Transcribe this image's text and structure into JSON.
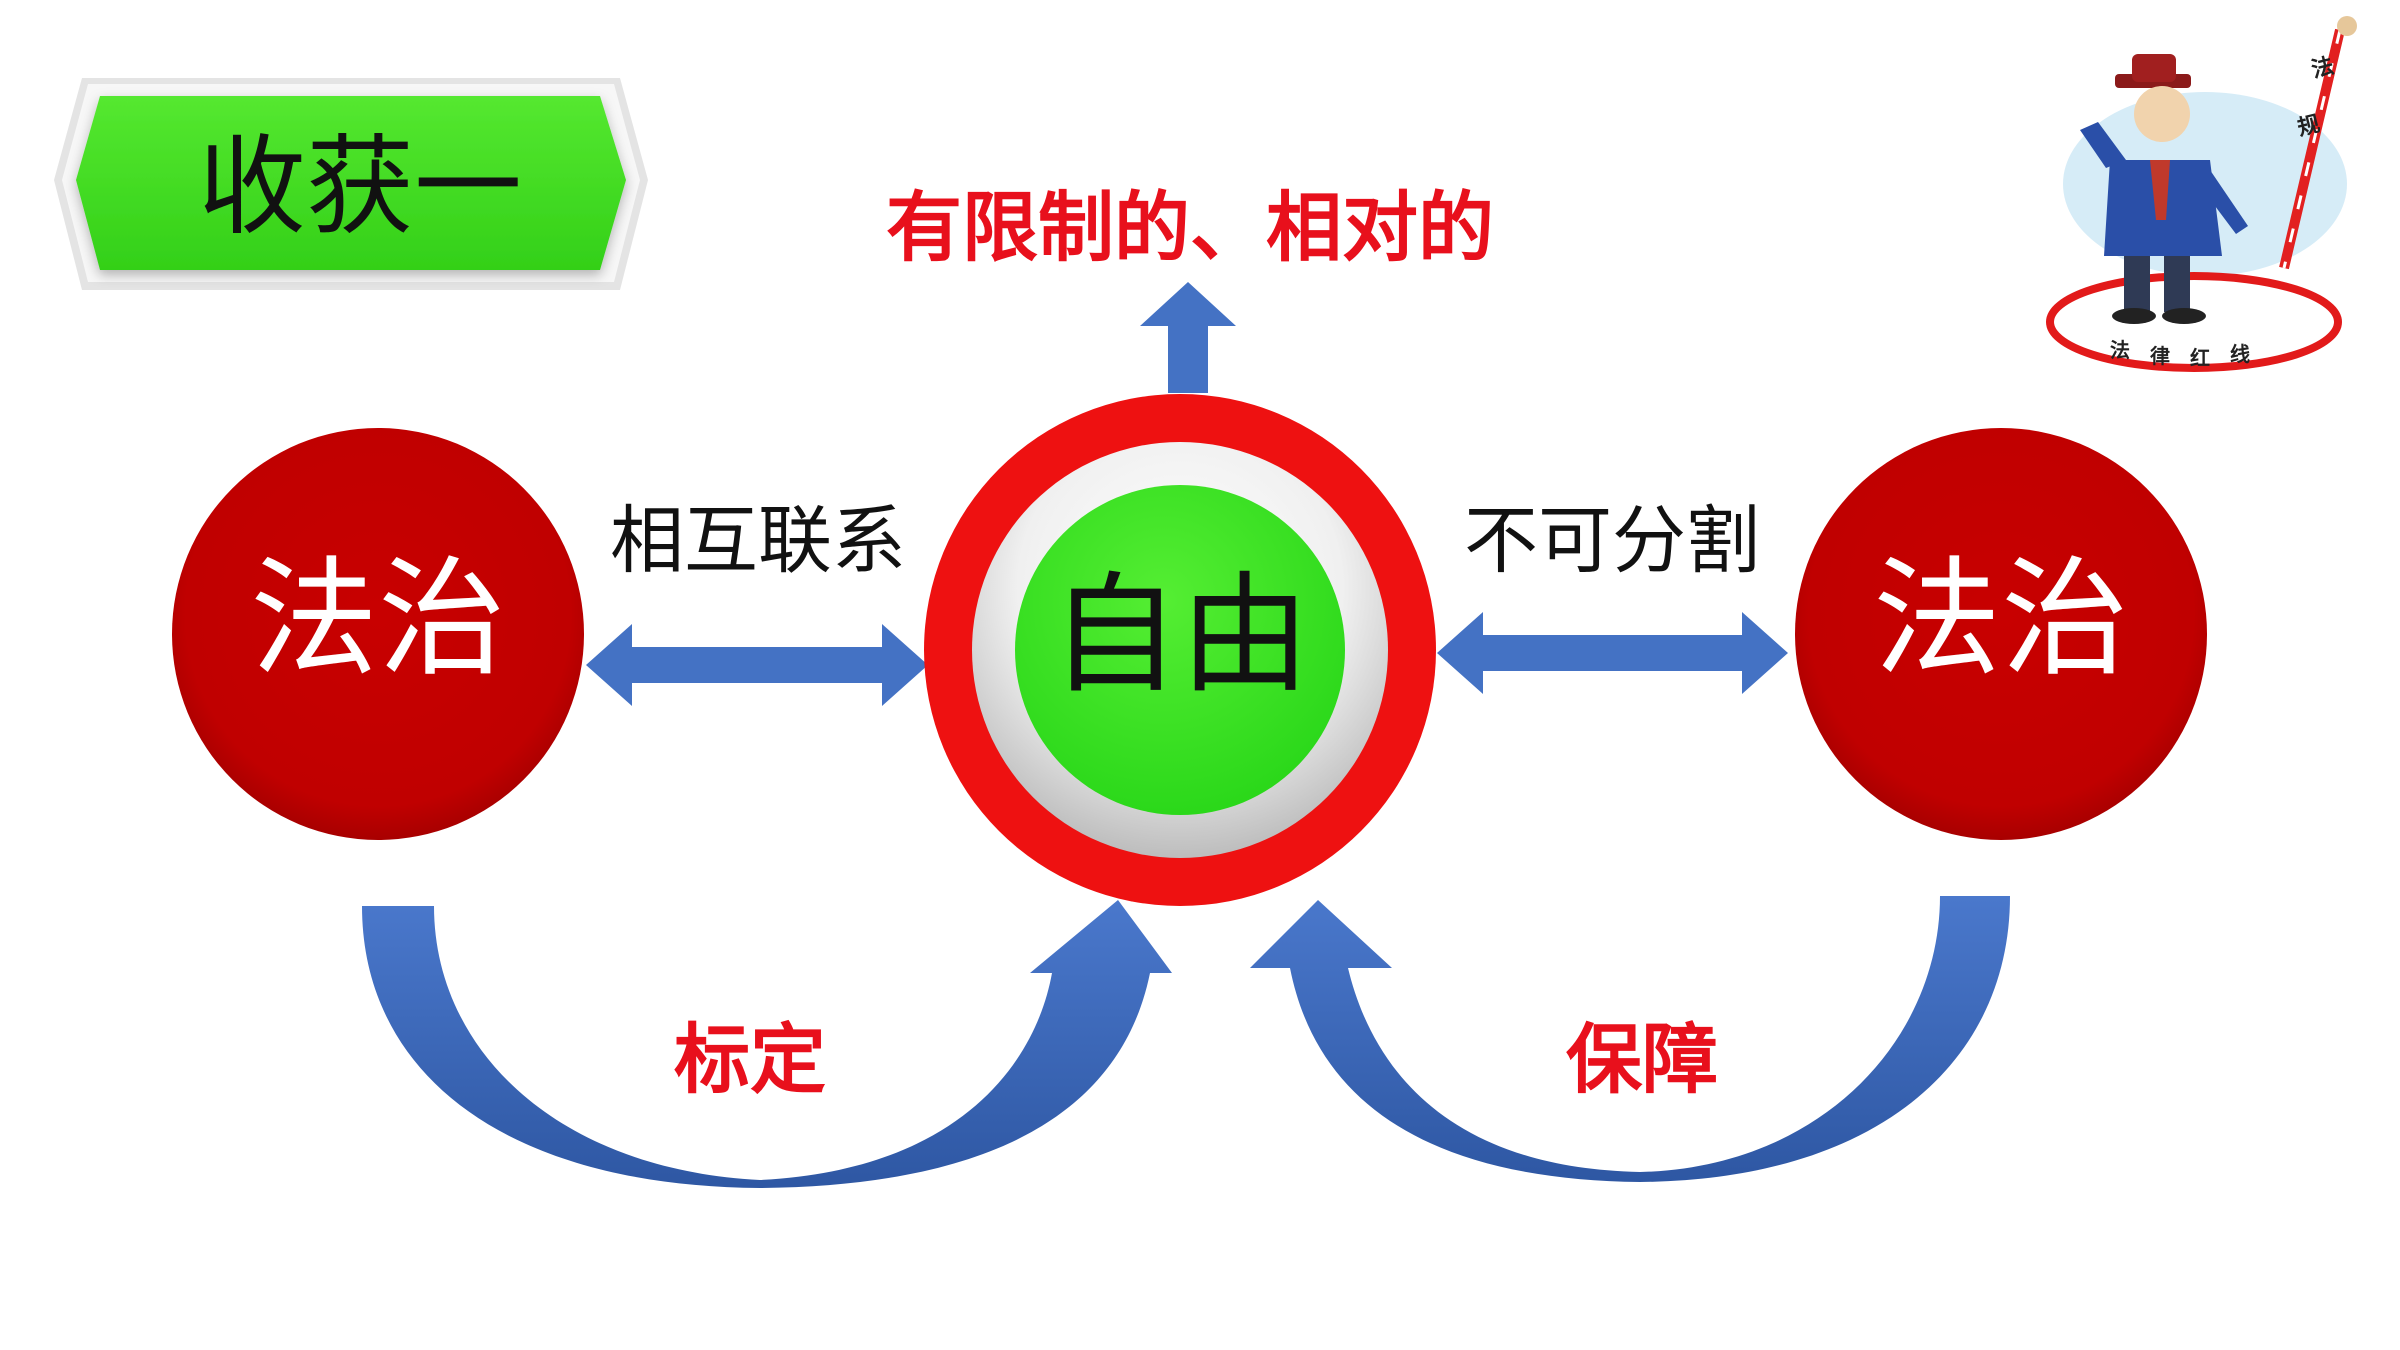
{
  "title": "收获一",
  "center": {
    "label": "自由"
  },
  "top_note": "有限制的、相对的",
  "left_node": {
    "label": "法治"
  },
  "right_node": {
    "label": "法治"
  },
  "left_link": "相互联系",
  "right_link": "不可分割",
  "left_arc": "标定",
  "right_arc": "保障",
  "illustration": {
    "stick_text": [
      "法",
      "规"
    ],
    "circle_text": [
      "法",
      "律",
      "红",
      "线"
    ]
  },
  "colors": {
    "title_green": "#3ddc1f",
    "node_red": "#c00000",
    "ring_red": "#ee1111",
    "center_green": "#33dd22",
    "arrow_blue": "#4472c4",
    "accent_red_text": "#e8101c"
  }
}
